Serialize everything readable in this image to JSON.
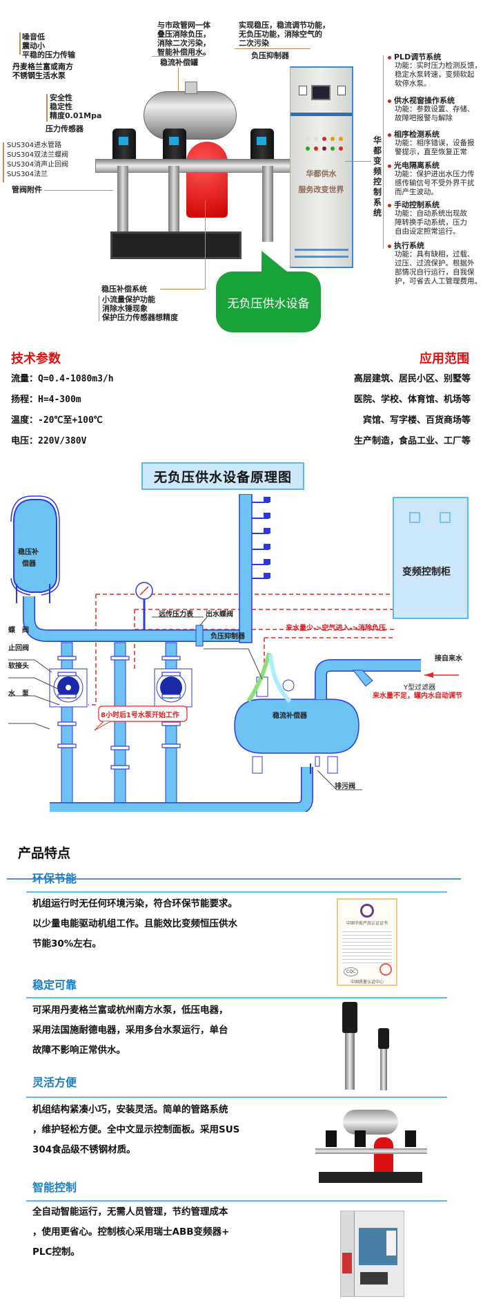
{
  "hero": {
    "left_labels": {
      "features_list": [
        "噪音低",
        "震动小",
        "平稳的压力传输"
      ],
      "pump_brand": [
        "丹麦格兰富或南方",
        "不锈钢生活水泵"
      ],
      "sensor_features": [
        "安全性",
        "稳定性",
        "精度0.01Mpa"
      ],
      "sensor_title": "压力传感器",
      "fittings_list": [
        "SUS304进水管路",
        "SUS304双法兰蝶阀",
        "SUS304消声止回阀",
        "SUS304法兰"
      ],
      "fittings_title": "管阀附件"
    },
    "top_labels": {
      "tank_desc": [
        "与市政管网一体",
        "叠压消除负压，",
        "消除二次污染，",
        "智能补偿用水。"
      ],
      "tank_title": "稳流补偿罐",
      "suppressor_desc": [
        "实现稳压，稳流调节功能，",
        "无负压功能，消除空气的",
        "二次污染"
      ],
      "suppressor_title": "负压抑制器"
    },
    "bottom_labels": {
      "title": "稳压补偿系统",
      "list": [
        "小流量保护功能",
        "消除水锤现象",
        "保护压力传感器想精度"
      ]
    },
    "cabinet": {
      "line1": "华都供水",
      "line2": "服务改变世界"
    },
    "bubble": "无负压供水设备",
    "vertical_label": "华都变频控制系统",
    "systems": [
      {
        "title": "PLD调节系统",
        "desc": [
          "功能：实时压力检测反馈，",
          "稳定水泵转速，变频软起",
          "软停水泵。"
        ]
      },
      {
        "title": "供水视窗操作系统",
        "desc": [
          "功能：参数设置、存储、",
          "故障吧报警与解除"
        ]
      },
      {
        "title": "相序检测系统",
        "desc": [
          "功能：相序错误，设备报",
          "警提示，直至恢复正常"
        ]
      },
      {
        "title": "光电隔离系统",
        "desc": [
          "功能：保护进出水压力传",
          "感传输信号不受外界干扰",
          "而产生波动。"
        ]
      },
      {
        "title": "手动控制系统",
        "desc": [
          "功能：自动系统出现故",
          "障转换手动系统，压力",
          "自由设定照常运行。"
        ]
      },
      {
        "title": "执行系统",
        "desc": [
          "功能：具有缺相，过载、",
          "过压、过流保护。根据外",
          "部情况自行运行，自我保",
          "护，可省去人工管理费用。"
        ]
      }
    ]
  },
  "tech": {
    "title": "技术参数",
    "params": [
      "流量：Q=0.4-1080m3/h",
      "扬程：H=4-300m",
      "温度：-20℃至+100℃",
      "电压：220V/380V"
    ]
  },
  "application": {
    "title": "应用范围",
    "items": [
      "高层建筑、居民小区、别墅等",
      "医院、学校、体育馆、机场等",
      "宾馆、写字楼、百货商场等",
      "生产制造，食品工业、工厂等"
    ]
  },
  "diagram": {
    "title": "无负压供水设备原理图",
    "labels": {
      "stabilizer": [
        "稳压补",
        "偿器"
      ],
      "butterfly_valve": "蝶　阀",
      "check_valve": "止回阀",
      "soft_joint": "软接头",
      "pump": "水　泵",
      "remote_gauge": "远传压力表",
      "outlet_valve": "出水蝶阀",
      "control_cabinet": "变频控制柜",
      "suppressor": "负压抑制器",
      "flow_compensator": "稳流补偿器",
      "inlet": "接自来水",
      "y_filter": "Y型过滤器",
      "drain_valve": "排污阀"
    },
    "notes": {
      "low_flow": "来水量少->空气进入->消除负压",
      "insufficient": "来水量不足，罐内水自动调节",
      "pump_schedule": "8小时后1号水泵开始工作"
    }
  },
  "features": {
    "title": "产品特点",
    "sections": [
      {
        "heading": "环保节能",
        "lines": [
          "机组运行时无任何环境污染，符合环保节能要求。",
          "以少量电能驱动机组工作。且能效比变频恒压供水",
          "节能30%左右。"
        ],
        "image": "certificate"
      },
      {
        "heading": "稳定可靠",
        "lines": [
          "可采用丹麦格兰富或杭州南方水泵，低压电器，",
          "采用法国施耐德电器，采用多台水泵运行，单台",
          "故障不影响正常供水。"
        ],
        "image": "pumps"
      },
      {
        "heading": "灵活方便",
        "lines": [
          "机组结构紧凑小巧，安装灵活。简单的管路系统",
          "，维护轻松方便。全中文显示控制面板。采用SUS",
          "304食品级不锈钢材质。"
        ],
        "image": "equipment"
      },
      {
        "heading": "智能控制",
        "lines": [
          "全自动智能运行，无需人员管理，节约管理成本",
          "，使用更省心。控制核心采用瑞士ABB变频器+",
          "PLC控制。"
        ],
        "image": "cabinet"
      }
    ],
    "certificate": {
      "title": "中国节能产品认证证书",
      "footer": "中国质量认证中心",
      "mark": "CQC"
    }
  },
  "colors": {
    "accent_red": "#e01010",
    "accent_blue": "#1a7ec6",
    "bubble_green": "#1aa23b",
    "pipe_blue": "#6ec3f5"
  }
}
